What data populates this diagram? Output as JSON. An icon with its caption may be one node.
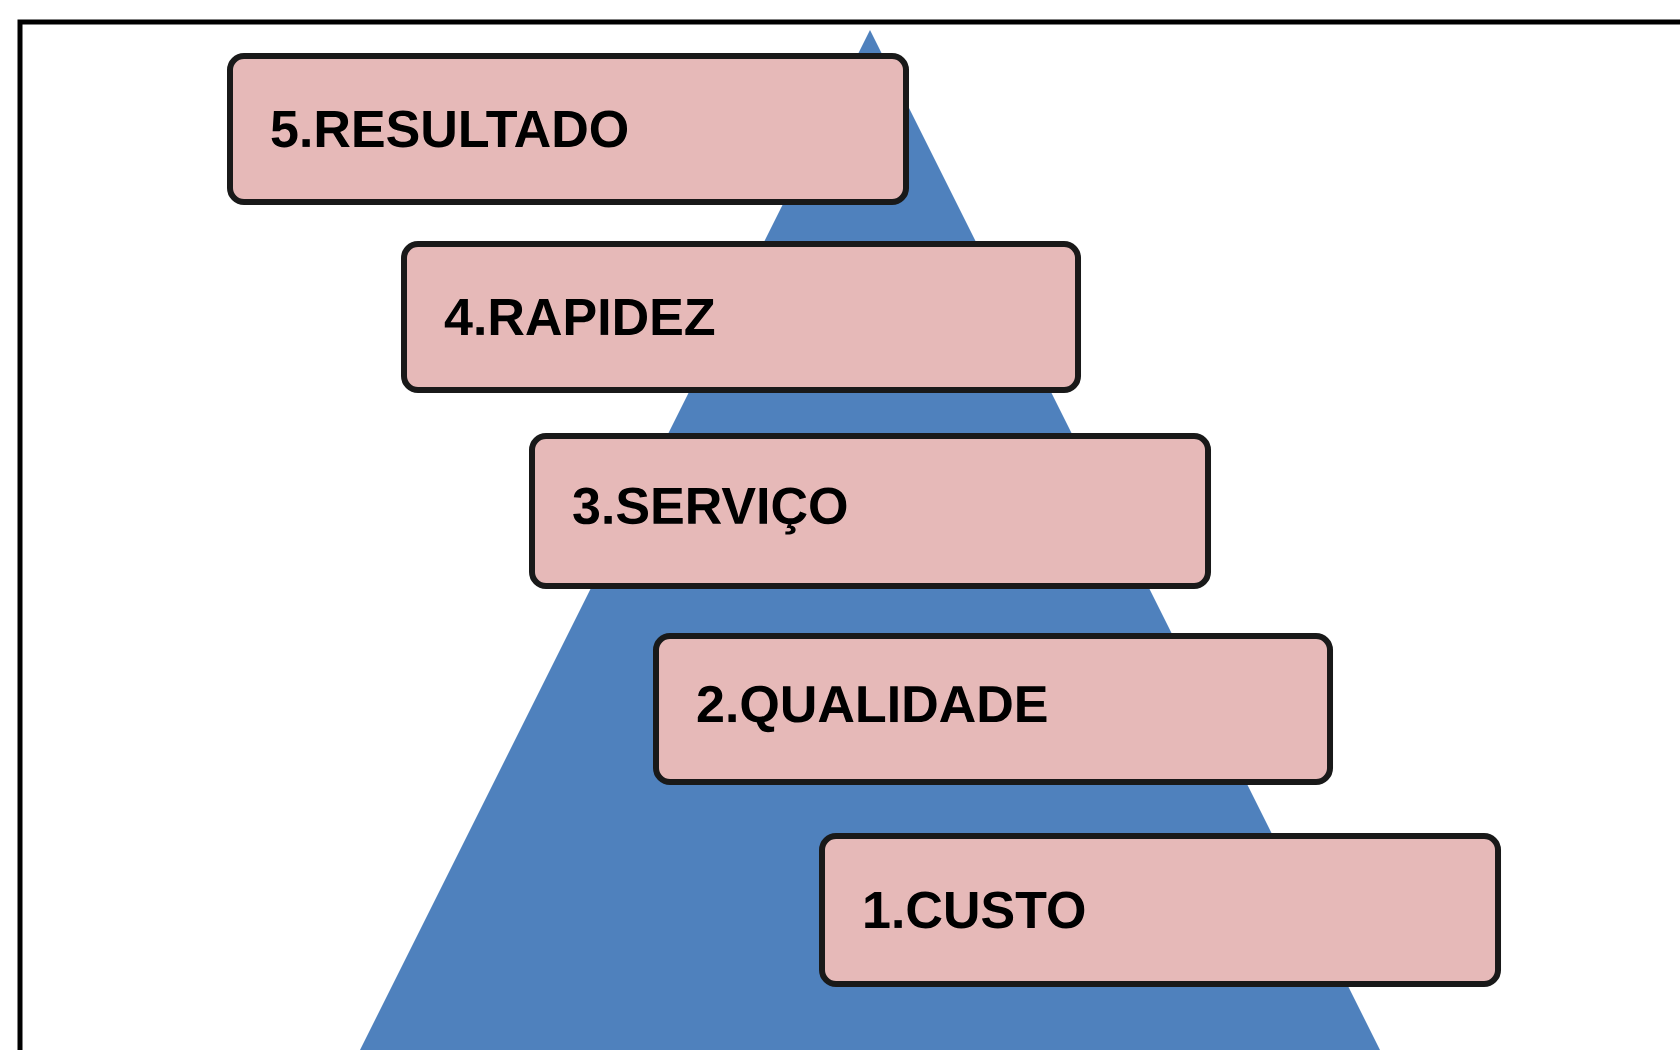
{
  "diagram": {
    "nodes": [
      {
        "text": [
          "5.RESULTADO"
        ]
      },
      {
        "text": [
          "4.RAPIDEZ"
        ]
      },
      {
        "text": [
          "3.SERVIÇO"
        ]
      },
      {
        "text": [
          "2.QUALIDADE"
        ]
      },
      {
        "text": [
          "1.CUSTO"
        ]
      }
    ]
  }
}
